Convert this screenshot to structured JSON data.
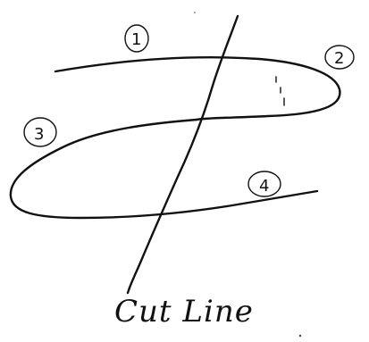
{
  "diagram": {
    "labels": [
      "1",
      "2",
      "3",
      "4"
    ],
    "caption": "Cut Line",
    "colors": {
      "ink": "#111111",
      "background": "#ffffff"
    }
  }
}
